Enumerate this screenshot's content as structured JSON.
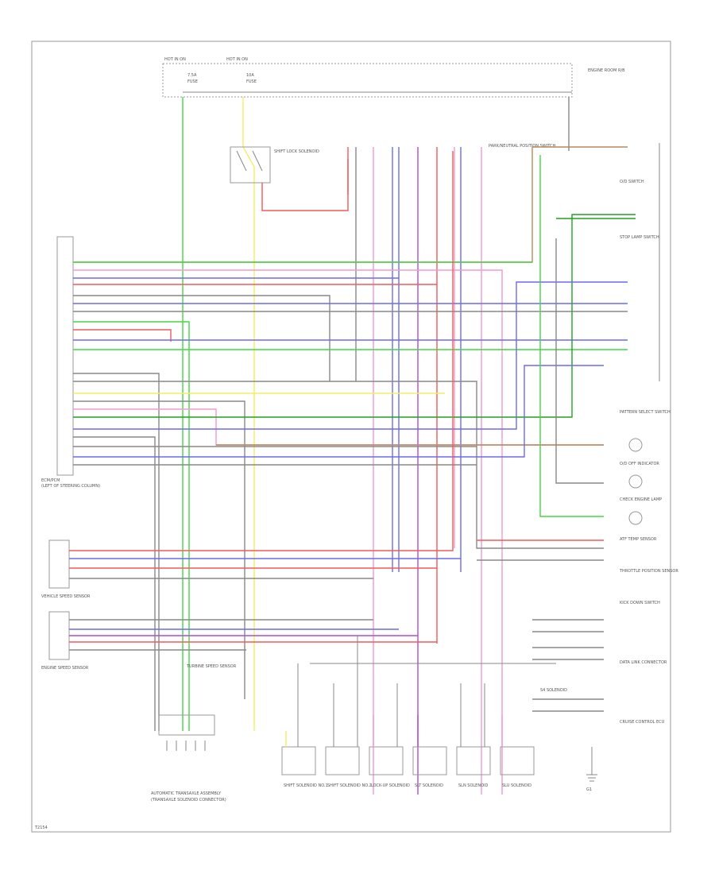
{
  "diagram": {
    "footer_code": "T2154",
    "colors": {
      "frame": "#999999",
      "ground": "#888888",
      "green": "#45d645",
      "yellow": "#f2ee62",
      "red": "#f05a5a",
      "pink": "#f09ad0",
      "blue": "#6b6bf0",
      "purple": "#b04cd0",
      "brown": "#b8895a",
      "orange": "#f2a860",
      "dark_green": "#20a020",
      "gray": "#888888"
    },
    "labels": {
      "fuse_box_left": "HOT IN ON",
      "fuse_box_right": "HOT IN ON",
      "fuse_left_a": "7.5A",
      "fuse_left_b": "FUSE",
      "fuse_right_a": "10A",
      "fuse_right_b": "FUSE",
      "engine_room_fuse": "ENGINE ROOM R/B",
      "pcm_title": "ECM/PCM",
      "pcm_subtitle": "(LEFT OF STEERING COLUMN)",
      "sensor_box_title": "VEHICLE SPEED SENSOR",
      "sensor_box_2_title": "ENGINE SPEED SENSOR",
      "main_relay": "SHIFT LOCK SOLENOID",
      "park_neutral": "PARK/NEUTRAL POSITION SWITCH",
      "overdrive_switch": "O/D SWITCH",
      "stop_lamp": "STOP LAMP SWITCH",
      "kick_down": "KICK DOWN SWITCH",
      "data_link": "DATA LINK CONNECTOR",
      "o_d_lamp": "O/D OFF INDICATOR",
      "check_engine": "CHECK ENGINE LAMP",
      "atf_temp": "ATF TEMP SENSOR",
      "throttle": "THROTTLE POSITION SENSOR",
      "turbine_sensor": "TURBINE SPEED SENSOR",
      "pattern_sel": "PATTERN SELECT SWITCH",
      "cruise": "CRUISE CONTROL ECU",
      "solenoid_1": "SHIFT SOLENOID NO.1",
      "solenoid_2": "SHIFT SOLENOID NO.2",
      "solenoid_3": "LOCK-UP SOLENOID",
      "solenoid_4": "SLT SOLENOID",
      "solenoid_5": "SLN SOLENOID",
      "solenoid_6": "SLU SOLENOID",
      "solenoid_7": "S4 SOLENOID",
      "transaxle": "AUTOMATIC TRANSAXLE ASSEMBLY",
      "transaxle_sub": "(TRANSAXLE SOLENOID CONNECTOR)",
      "ground_tag": "G1"
    }
  }
}
